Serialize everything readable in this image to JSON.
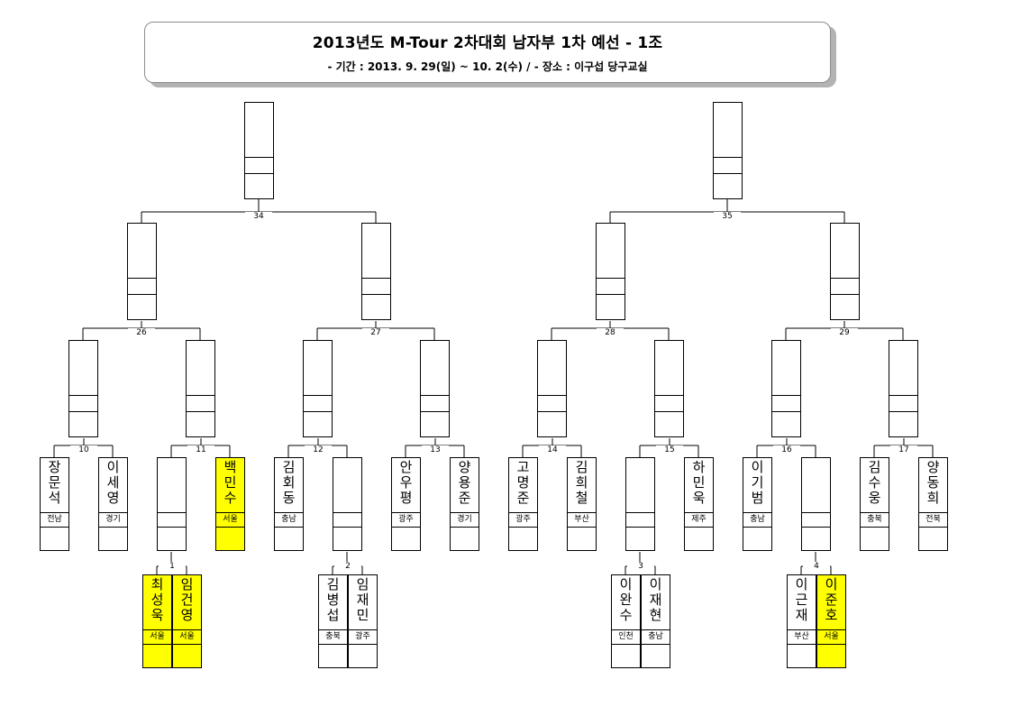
{
  "header": {
    "title": "2013년도 M-Tour 2차대회 남자부 1차 예선 - 1조",
    "subtitle": "- 기간 : 2013. 9. 29(일) ~ 10. 2(수)  /  - 장소 : 이구섭 당구교실"
  },
  "highlight_color": "#ffff00",
  "players": [
    {
      "name": "장문석",
      "region": "전남",
      "highlight": false
    },
    {
      "name": "이세영",
      "region": "경기",
      "highlight": false
    },
    {
      "name": "",
      "region": "",
      "highlight": false
    },
    {
      "name": "백민수",
      "region": "서울",
      "highlight": true
    },
    {
      "name": "김회동",
      "region": "충남",
      "highlight": false
    },
    {
      "name": "",
      "region": "",
      "highlight": false
    },
    {
      "name": "안우평",
      "region": "광주",
      "highlight": false
    },
    {
      "name": "양용준",
      "region": "경기",
      "highlight": false
    },
    {
      "name": "고명준",
      "region": "광주",
      "highlight": false
    },
    {
      "name": "김희철",
      "region": "부산",
      "highlight": false
    },
    {
      "name": "",
      "region": "",
      "highlight": false
    },
    {
      "name": "하민욱",
      "region": "제주",
      "highlight": false
    },
    {
      "name": "이기범",
      "region": "충남",
      "highlight": false
    },
    {
      "name": "",
      "region": "",
      "highlight": false
    },
    {
      "name": "김수웅",
      "region": "충북",
      "highlight": false
    },
    {
      "name": "양동희",
      "region": "전북",
      "highlight": false
    },
    {
      "name": "최성욱",
      "region": "서울",
      "highlight": true
    },
    {
      "name": "임건영",
      "region": "서울",
      "highlight": true
    },
    {
      "name": "김병섭",
      "region": "충북",
      "highlight": false
    },
    {
      "name": "임재민",
      "region": "광주",
      "highlight": false
    },
    {
      "name": "이완수",
      "region": "인천",
      "highlight": false
    },
    {
      "name": "이재현",
      "region": "충남",
      "highlight": false
    },
    {
      "name": "이근재",
      "region": "부산",
      "highlight": false
    },
    {
      "name": "이준호",
      "region": "서울",
      "highlight": true
    }
  ],
  "match_numbers": [
    "1",
    "2",
    "3",
    "4",
    "10",
    "11",
    "12",
    "13",
    "14",
    "15",
    "16",
    "17",
    "26",
    "27",
    "28",
    "29",
    "34",
    "35"
  ]
}
